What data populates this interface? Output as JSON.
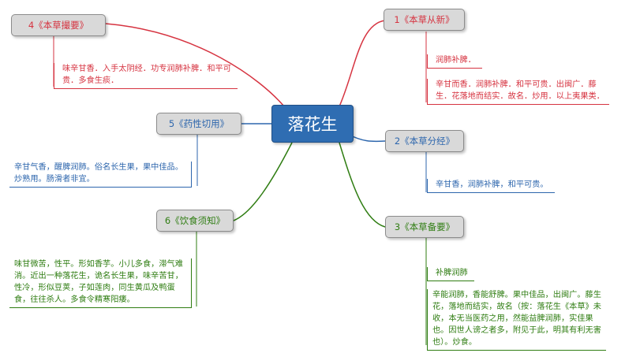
{
  "center": {
    "label": "落花生"
  },
  "colors": {
    "red": "#d63340",
    "blue": "#2d66ad",
    "green": "#2f7d12",
    "central": "#2f6db2"
  },
  "branches": {
    "b1": {
      "title": "1《本草从新》",
      "line1": "润肺补脾．",
      "line2": "辛甘而香．润肺补脾．和平可贵．出闽广．藤",
      "line3": "生．花落地而结实．故名．炒用．以上夷果类．"
    },
    "b2": {
      "title": "2《本草分经》",
      "line1": "辛甘香，润肺补脾，和平可贵。"
    },
    "b3": {
      "title": "3《本草备要》",
      "line1": "补脾润肺",
      "lines": [
        "辛能润肺，香能舒脾。果中佳品，出闽广。藤生",
        "花，落地而结实，故名（按：落花生《本草》未",
        "收，本无当医药之用，然能益脾润肺，实佳果",
        "也。因世人谤之者多，附见于此，明其有利无害",
        "也）。炒食。"
      ]
    },
    "b4": {
      "title": "4《本草撮要》",
      "line1": "味辛甘香．入手太阴经．功专润肺补脾．和平可",
      "line2": "贵．多食生痰．"
    },
    "b5": {
      "title": "5《药性切用》",
      "line1": "辛甘气香，醒脾润肺。俗名长生果，果中佳品。",
      "line2": "炒熟用。肠滑者非宜。"
    },
    "b6": {
      "title": "6《饮食须知》",
      "lines": [
        "味甘微苦，性平。形如香芋。小儿多食，滞气难",
        "消。近出一种落花生，诡名长生果，味辛苦甘，",
        "性冷，形似豆荚，子如莲肉，同生黄瓜及鸭蛋",
        "食，往往杀人。多食令精寒阳痿。"
      ]
    }
  }
}
